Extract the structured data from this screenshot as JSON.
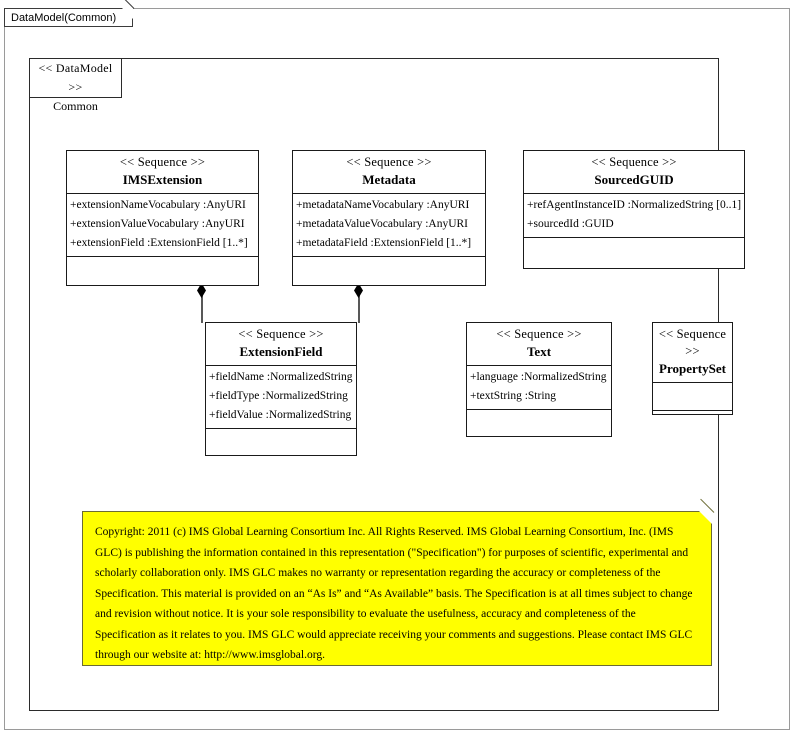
{
  "frame": {
    "tab_label": "DataModel(Common)"
  },
  "package": {
    "stereotype": "<< DataModel >>",
    "name": "Common"
  },
  "classes": [
    {
      "id": "imsextension",
      "stereotype": "<< Sequence >>",
      "name": "IMSExtension",
      "attributes": [
        "+extensionNameVocabulary  :AnyURI",
        "+extensionValueVocabulary  :AnyURI",
        "+extensionField  :ExtensionField  [1..*]"
      ],
      "operations": []
    },
    {
      "id": "metadata",
      "stereotype": "<< Sequence >>",
      "name": "Metadata",
      "attributes": [
        "+metadataNameVocabulary  :AnyURI",
        "+metadataValueVocabulary  :AnyURI",
        "+metadataField :ExtensionField  [1..*]"
      ],
      "operations": []
    },
    {
      "id": "sourcedguid",
      "stereotype": "<< Sequence >>",
      "name": "SourcedGUID",
      "attributes": [
        "+refAgentInstanceID  :NormalizedString  [0..1]",
        "+sourcedId :GUID"
      ],
      "operations": []
    },
    {
      "id": "extensionfield",
      "stereotype": "<< Sequence >>",
      "name": "ExtensionField",
      "attributes": [
        "+fieldName  :NormalizedString",
        "+fieldType  :NormalizedString",
        "+fieldValue  :NormalizedString"
      ],
      "operations": []
    },
    {
      "id": "text",
      "stereotype": "<< Sequence >>",
      "name": "Text",
      "attributes": [
        "+language  :NormalizedString",
        "+textString  :String"
      ],
      "operations": []
    },
    {
      "id": "propertyset",
      "stereotype": "<< Sequence >>",
      "name": "PropertySet",
      "attributes": [],
      "operations": []
    }
  ],
  "relationships": [
    {
      "type": "composition",
      "from": "IMSExtension",
      "to": "ExtensionField"
    },
    {
      "type": "composition",
      "from": "Metadata",
      "to": "ExtensionField"
    }
  ],
  "note": {
    "text": "Copyright: 2011 (c) IMS Global Learning Consortium Inc.  All Rights Reserved.  IMS Global Learning Consortium, Inc. (IMS GLC) is publishing the information contained in this representation (\"Specification\") for purposes of scientific, experimental and scholarly collaboration only.  IMS GLC makes no warranty or representation regarding  the accuracy or completeness of the Specification.  This material is provided on an “As Is” and “As Available” basis.  The Specification is at all times subject to change and revision without notice.  It is your sole responsibility to evaluate the usefulness, accuracy and completeness of the Specification as it relates to you.  IMS GLC would appreciate receiving your comments and suggestions.  Please contact IMS GLC through our website at: http://www.imsglobal.org.",
    "background_color": "#ffff00"
  }
}
